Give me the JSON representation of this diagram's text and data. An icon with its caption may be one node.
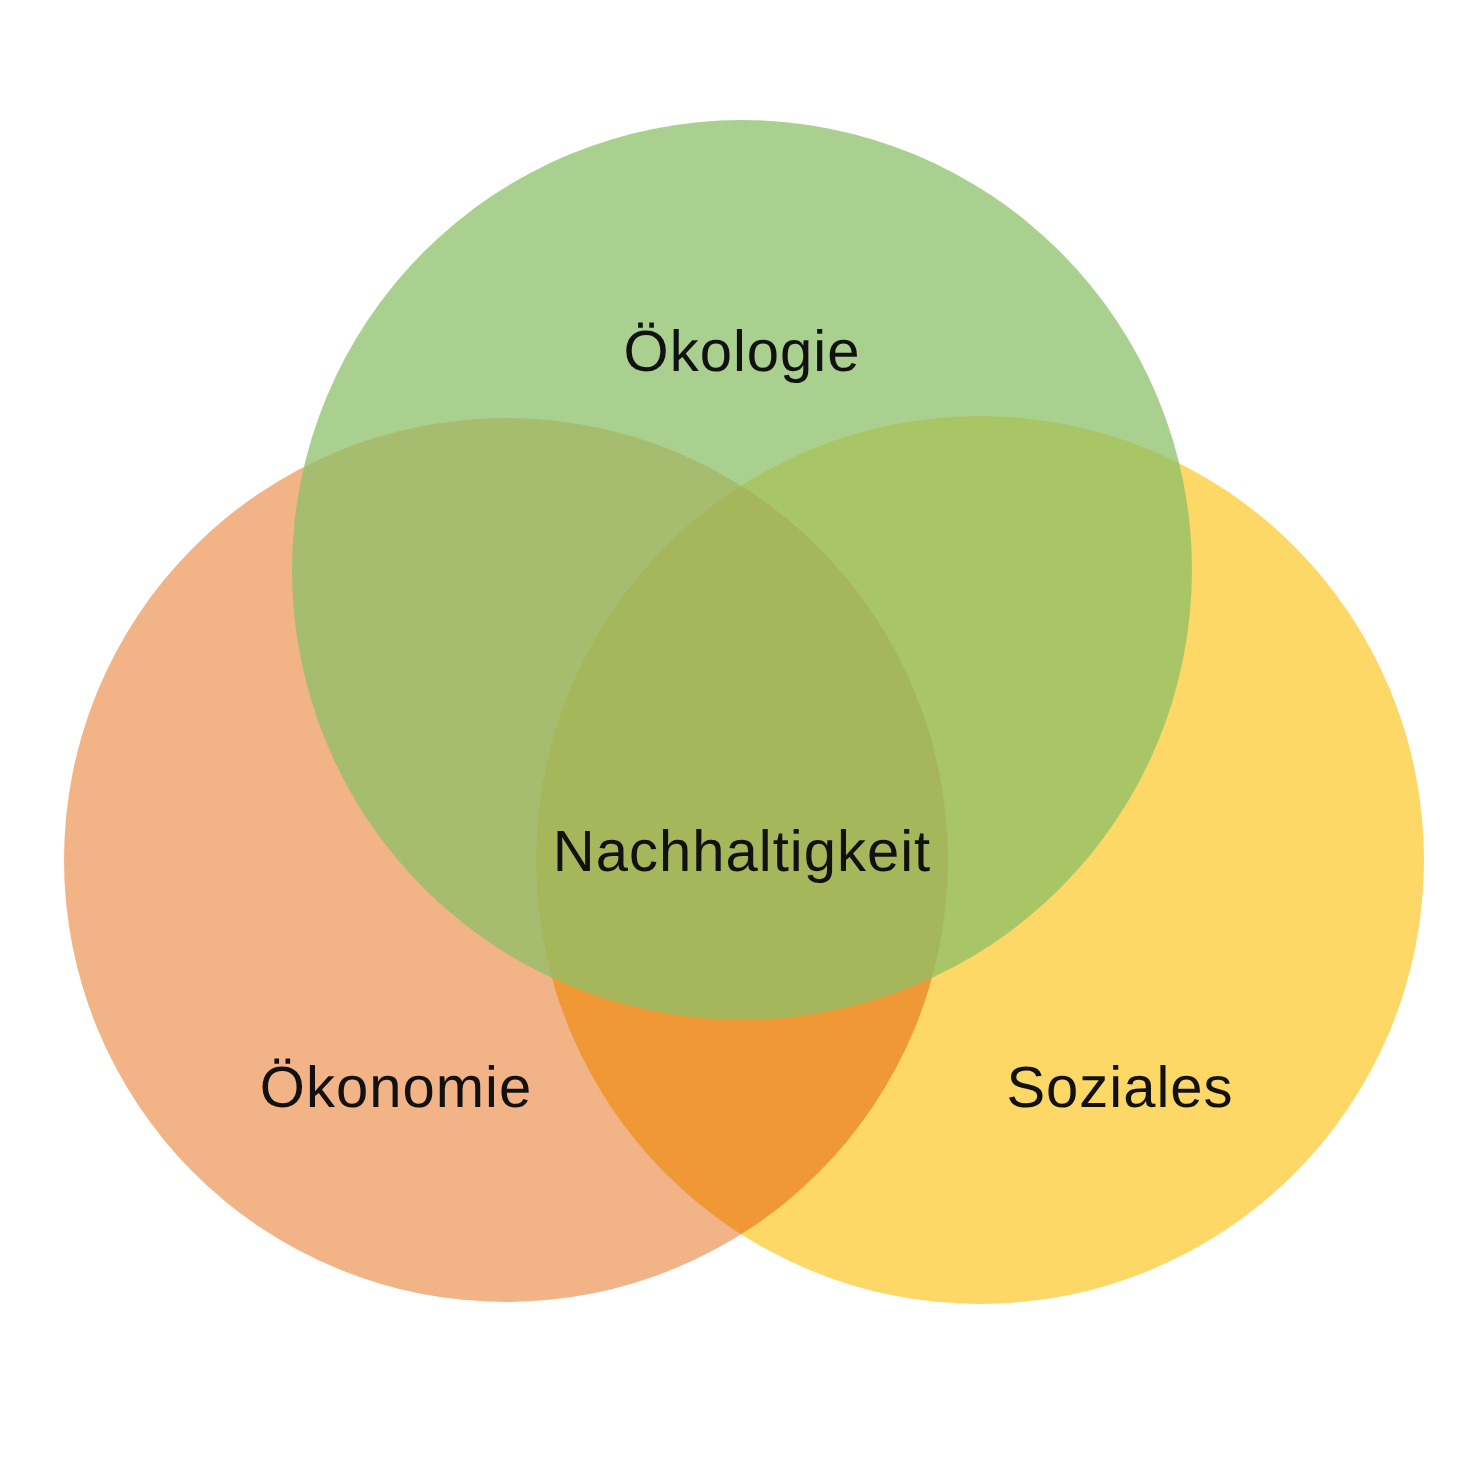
{
  "diagram": {
    "nodes": [
      {
        "text": [
          "Ökologie"
        ]
      },
      {
        "text": [
          "Ökonomie"
        ]
      },
      {
        "text": [
          "Soziales"
        ]
      }
    ],
    "labels": [
      "Nachhaltigkeit"
    ]
  }
}
